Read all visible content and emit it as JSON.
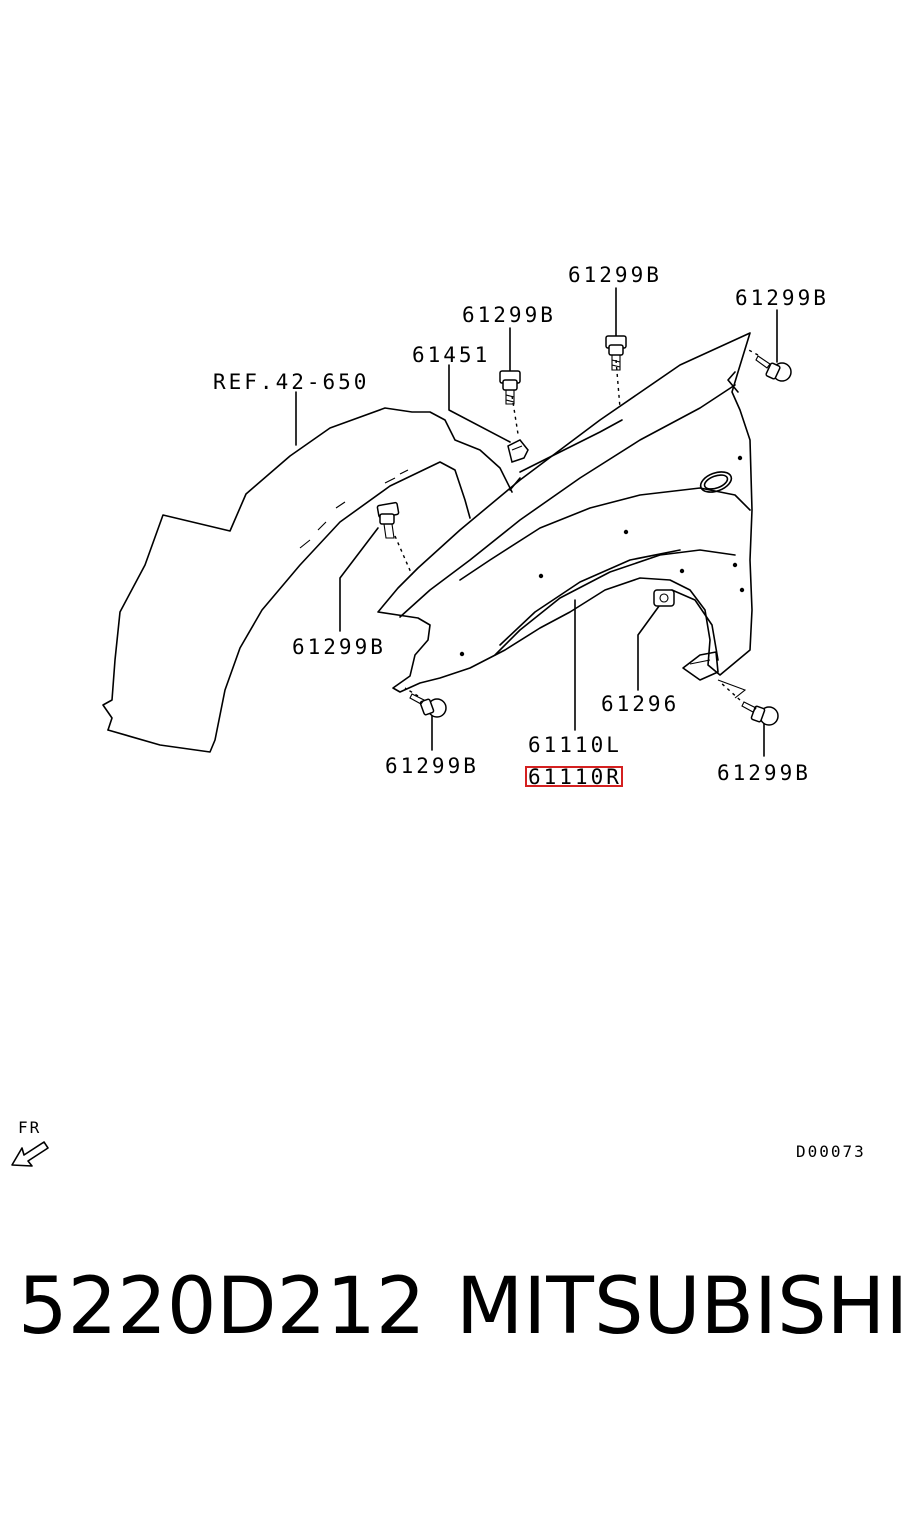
{
  "labels": {
    "ref": "REF.42-650",
    "bolt_top_center": "61299B",
    "bolt_top_right": "61299B",
    "bolt_upper": "61299B",
    "clip": "61451",
    "bolt_left": "61299B",
    "nut": "61296",
    "fender_left": "61110L",
    "fender_right": "61110R",
    "bolt_bottom_left": "61299B",
    "bolt_bottom_right": "61299B",
    "front": "FR",
    "diagram_code": "D00073"
  },
  "footer": {
    "part_number": "5220D212",
    "brand": "MITSUBISHI"
  },
  "colors": {
    "highlight": "#d42020",
    "line": "#000000"
  },
  "icons": {
    "front_arrow": "arrow-down-left-icon"
  }
}
